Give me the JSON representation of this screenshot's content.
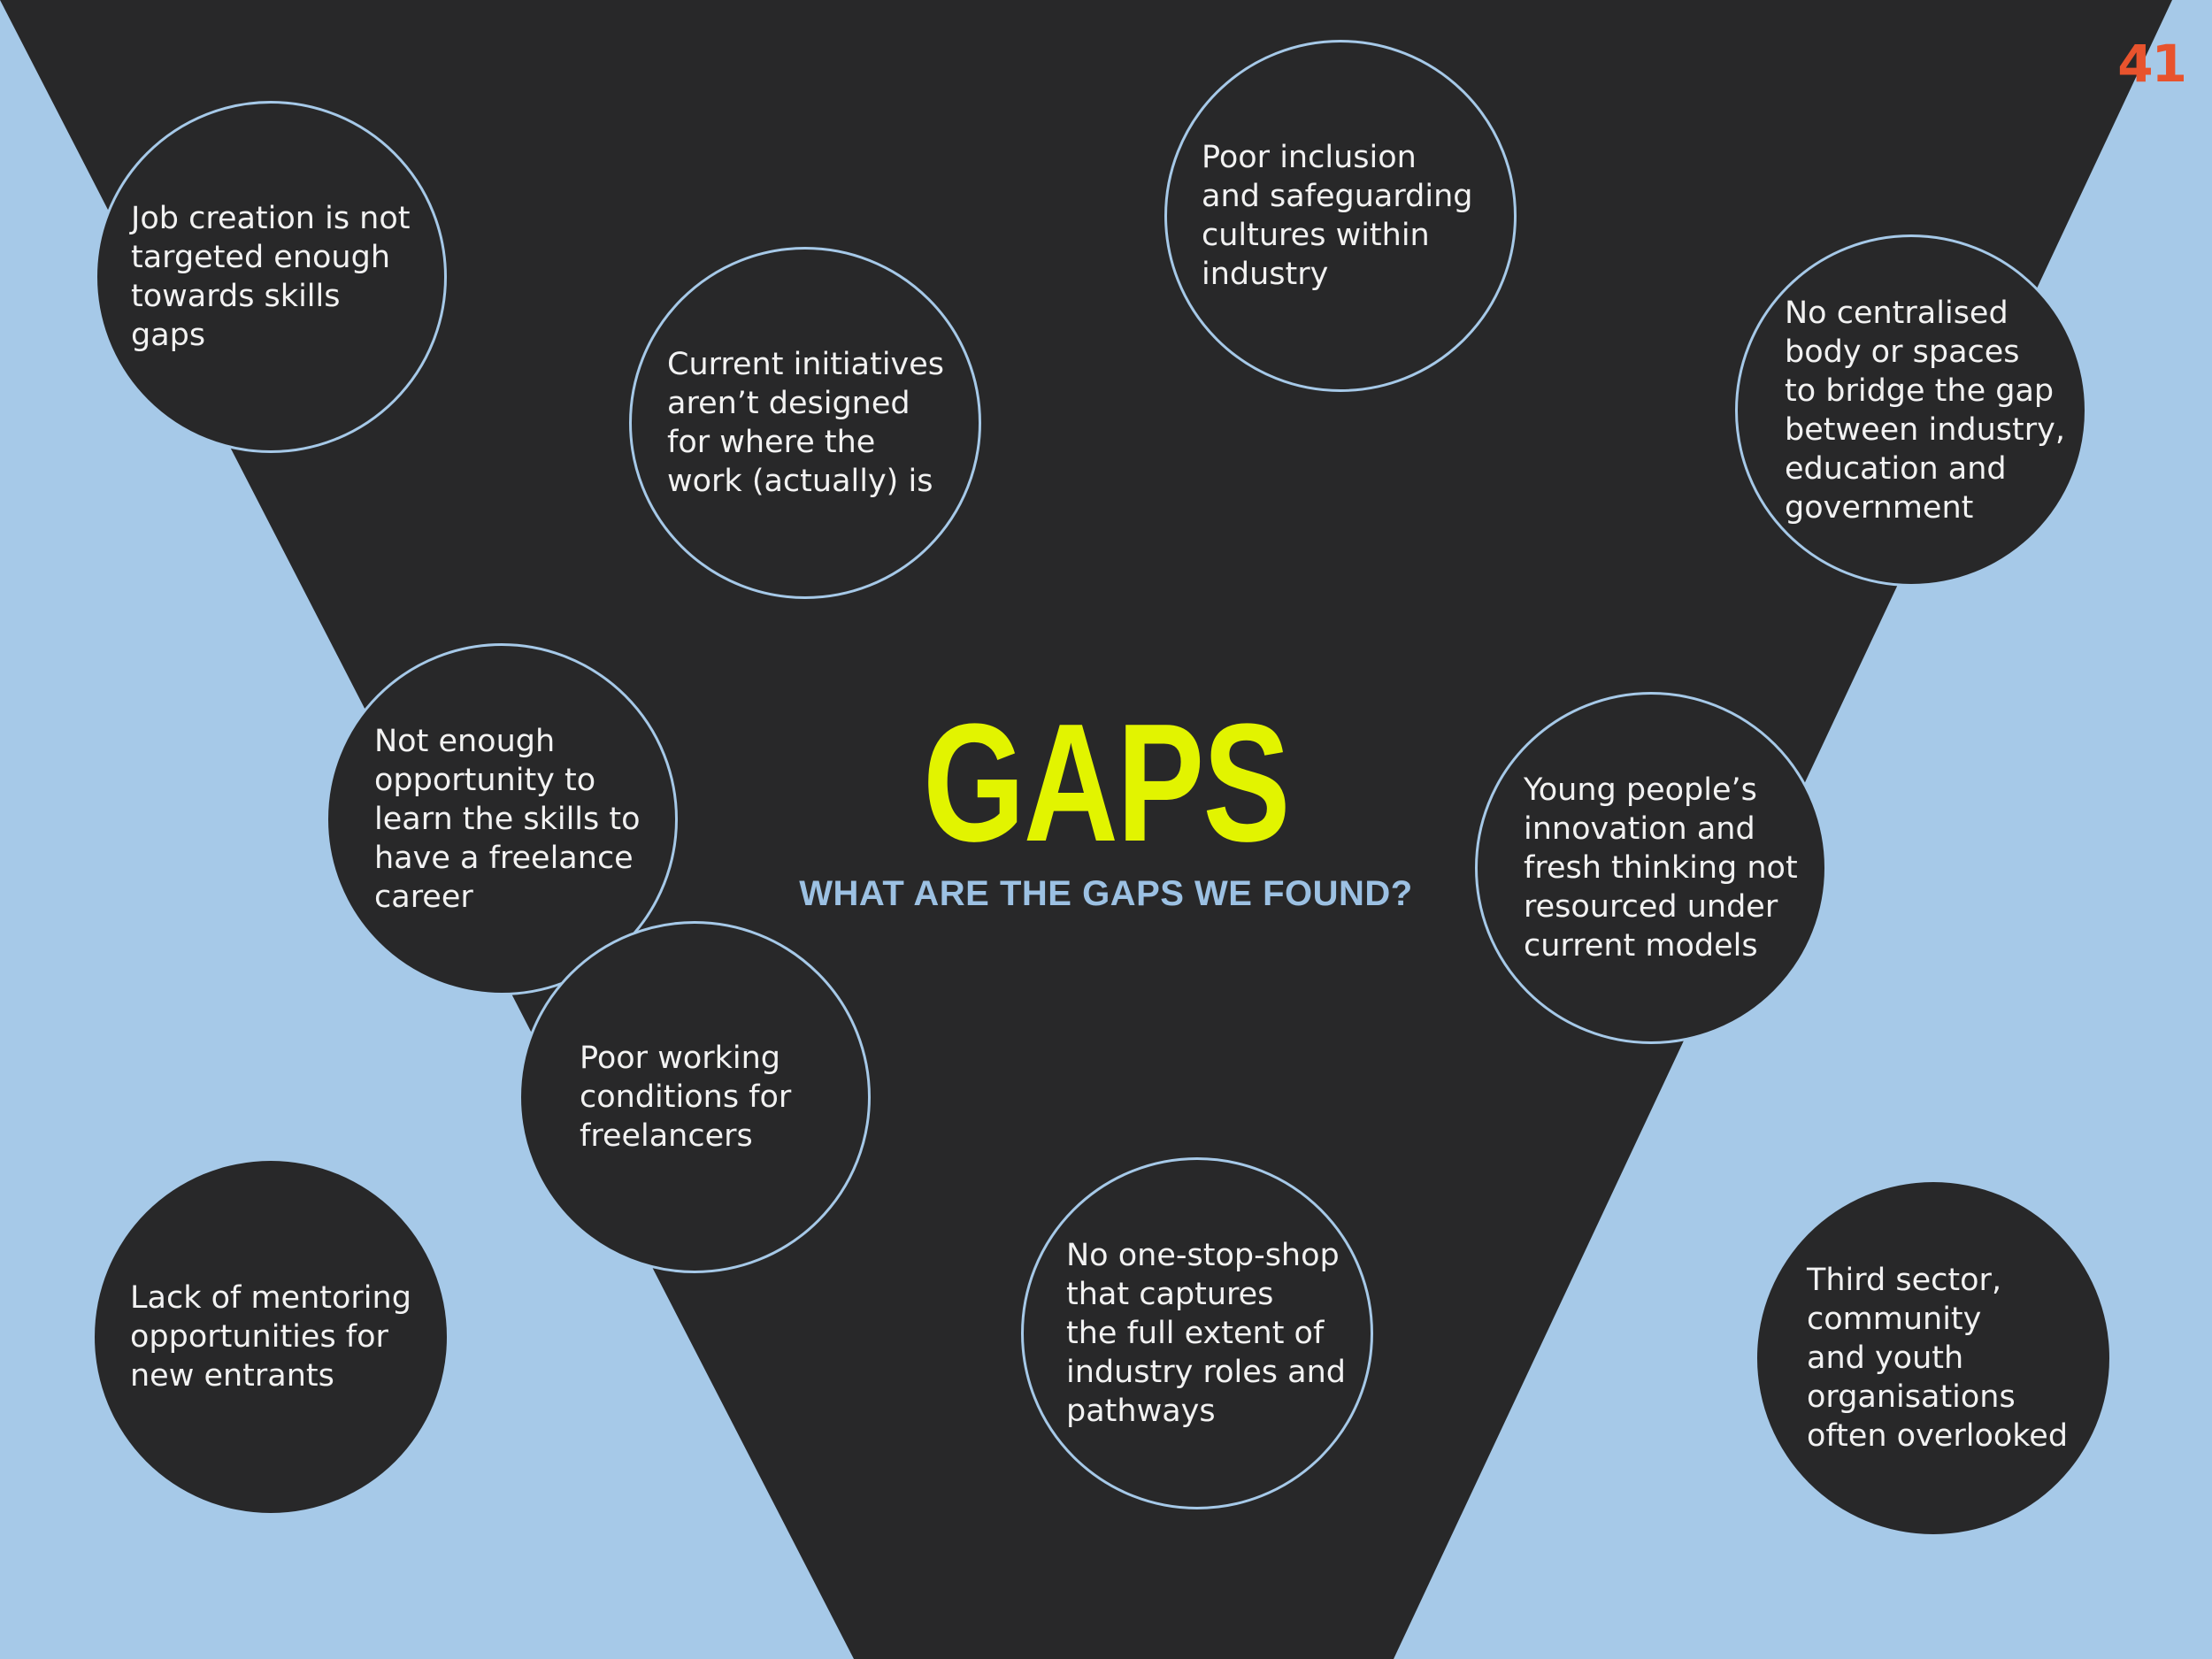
{
  "page_number": "41",
  "heading": {
    "title": "GAPS",
    "subtitle": "WHAT ARE THE GAPS WE FOUND?"
  },
  "colors": {
    "background": "#a6c9e8",
    "funnel": "#282829",
    "title": "#e2f400",
    "subtitle": "#9cc1e3",
    "page_number": "#e8532d",
    "bubble_text": "#f2f2f2"
  },
  "bubbles": [
    {
      "id": "job-creation",
      "text": "Job creation is not\ntargeted enough\ntowards skills\ngaps"
    },
    {
      "id": "current-initiatives",
      "text": "Current initiatives\naren’t designed\nfor where the\nwork (actually) is"
    },
    {
      "id": "poor-inclusion",
      "text": "Poor inclusion\nand safeguarding\ncultures within\nindustry"
    },
    {
      "id": "no-centralised-body",
      "text": "No centralised\nbody or spaces\nto bridge the gap\nbetween industry,\neducation and\ngovernment"
    },
    {
      "id": "not-enough-opportunity",
      "text": "Not enough\nopportunity to\nlearn the skills to\nhave a freelance\ncareer"
    },
    {
      "id": "young-peoples-innovation",
      "text": "Young people’s\ninnovation and\nfresh thinking not\nresourced under\ncurrent models"
    },
    {
      "id": "poor-working-conditions",
      "text": "Poor working\nconditions for\nfreelancers"
    },
    {
      "id": "lack-of-mentoring",
      "text": "Lack of mentoring\nopportunities for\nnew entrants"
    },
    {
      "id": "no-one-stop-shop",
      "text": "No one-stop-shop\nthat captures\nthe full extent of\nindustry roles and\npathways"
    },
    {
      "id": "third-sector",
      "text": "Third sector,\ncommunity\nand youth\norganisations\noften overlooked"
    }
  ]
}
